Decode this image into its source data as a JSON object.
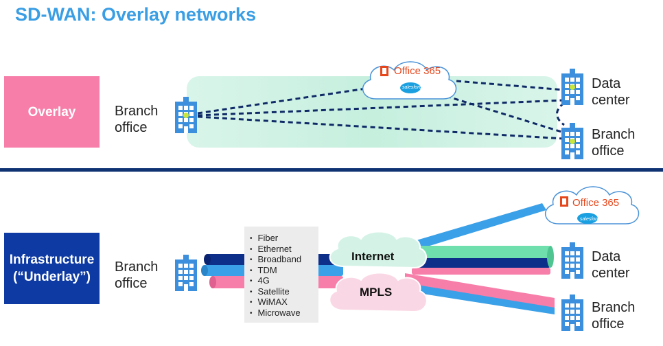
{
  "title": "SD-WAN: Overlay networks",
  "overlay": {
    "label": "Overlay",
    "branch_left": [
      "Branch",
      "office"
    ],
    "data_center": [
      "Data",
      "center"
    ],
    "branch_right": [
      "Branch",
      "office"
    ],
    "saas": "Office 365",
    "saas_sub": "salesforce"
  },
  "infrastructure": {
    "label_lines": [
      "Infrastructure",
      "(“Underlay”)"
    ],
    "branch_left": [
      "Branch",
      "office"
    ],
    "data_center": [
      "Data",
      "center"
    ],
    "branch_right": [
      "Branch",
      "office"
    ],
    "saas": "Office 365",
    "saas_sub": "salesforce",
    "transports": [
      "Fiber",
      "Ethernet",
      "Broadband",
      "TDM",
      "4G",
      "Satellite",
      "WiMAX",
      "Microwave"
    ],
    "internet_label": "Internet",
    "mpls_label": "MPLS"
  },
  "colors": {
    "title": "#3a9ee4",
    "overlay_box": "#f77ea9",
    "infra_box": "#0d3aa3",
    "divider": "#0f3273",
    "pipe_navy": "#0d2f8a",
    "pipe_blue": "#3aa0e8",
    "pipe_pink": "#f77ea9",
    "pipe_green": "#6fe0ad",
    "building": "#3b8fdc"
  }
}
